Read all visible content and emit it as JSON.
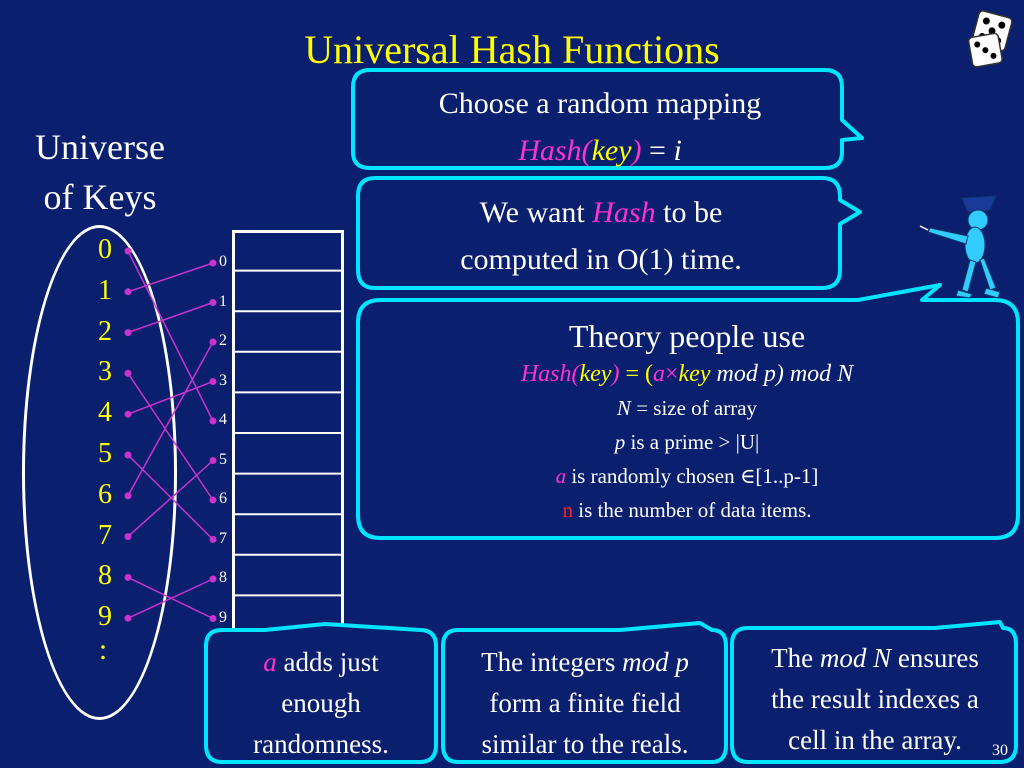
{
  "title": "Universal Hash Functions",
  "universe": {
    "line1": "Universe",
    "line2": "of Keys"
  },
  "keys": [
    "0",
    "1",
    "2",
    "3",
    "4",
    "5",
    "6",
    "7",
    "8",
    "9"
  ],
  "keys_more": ":",
  "slots": [
    "0",
    "1",
    "2",
    "3",
    "4",
    "5",
    "6",
    "7",
    "8",
    "9"
  ],
  "callout1": {
    "line1": "Choose a random mapping",
    "hash": "Hash(",
    "key": "key",
    "close": ")",
    "eq": " = ",
    "i": "i"
  },
  "callout2": {
    "pre": "We want ",
    "hash": "Hash",
    "post": " to be",
    "line2": "computed in O(1) time."
  },
  "callout3": {
    "heading": "Theory people use",
    "f_hash": "Hash(",
    "f_key1": "key",
    "f_close": ")",
    "f_eq": " = (",
    "f_a": "a",
    "f_times": "×",
    "f_key2": "key",
    "f_rest": " mod p) mod N",
    "n_sym": "N",
    "n_def": " = size of array",
    "p_sym": "p",
    "p_def": " is a prime > |U|",
    "a_sym": "a",
    "a_def": " is randomly chosen ∈[1..p-1]",
    "nn_sym": "n",
    "nn_def": " is the number of data items."
  },
  "callout4": {
    "a": "a",
    "rest": " adds just",
    "line2": "enough",
    "line3": "randomness."
  },
  "callout5": {
    "pre": "The integers ",
    "mod": "mod p",
    "line2": "form a finite field",
    "line3": "similar to the reals."
  },
  "callout6": {
    "pre": "The ",
    "mod": "mod N",
    "post": " ensures",
    "line2": "the result indexes a",
    "line3": "cell in the array."
  },
  "page_number": "30",
  "colors": {
    "background": "#0a1f6e",
    "callout_border": "#00e5ff",
    "title": "#ffff00",
    "arrow": "#cc33cc"
  },
  "icons": [
    "dice-icon",
    "pointing-figure-icon"
  ]
}
